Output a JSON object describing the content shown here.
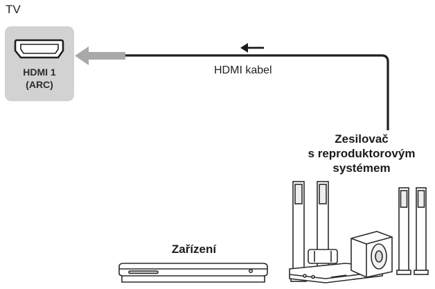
{
  "tv": {
    "label": "TV",
    "port": {
      "name_line1": "HDMI 1",
      "name_line2": "(ARC)"
    }
  },
  "cable": {
    "label": "HDMI kabel"
  },
  "amplifier": {
    "label_line1": "Zesilovač",
    "label_line2": "s reproduktorovým",
    "label_line3": "systémem"
  },
  "device": {
    "label": "Zařízení"
  },
  "colors": {
    "port_box": "#d2d2d2",
    "arrow_gray": "#a9a9a9",
    "cable": "#1f1f1f"
  }
}
